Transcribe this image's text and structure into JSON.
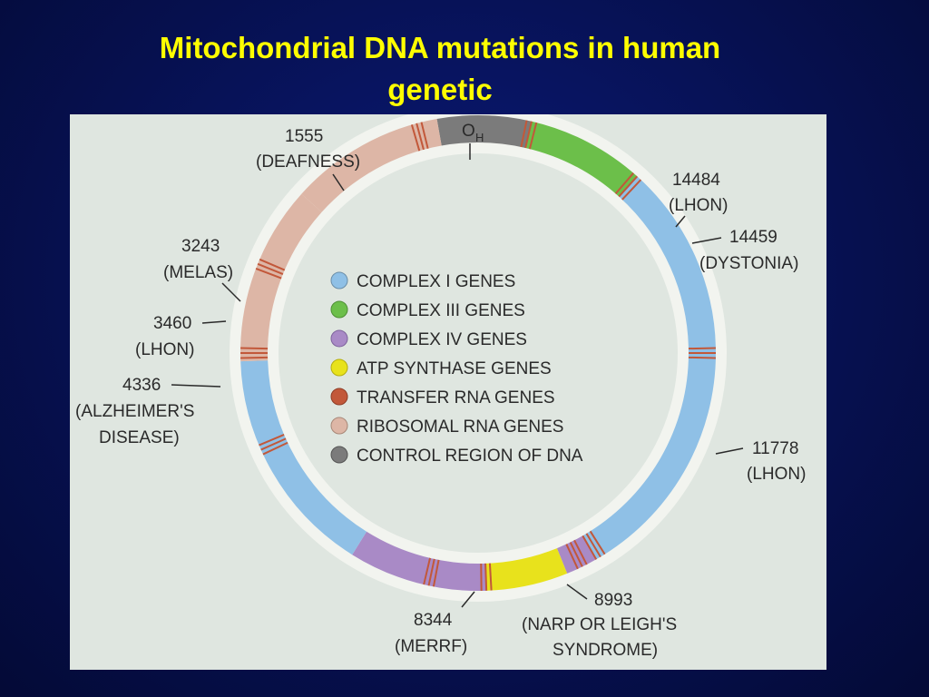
{
  "slide": {
    "title_line1": "Mitochondrial DNA mutations in human",
    "title_line2": "genetic"
  },
  "diagram": {
    "origin_label": "O",
    "origin_sub": "H",
    "legend": [
      {
        "label": "COMPLEX I GENES",
        "color": "#8fc0e6"
      },
      {
        "label": "COMPLEX III GENES",
        "color": "#6cbf4a"
      },
      {
        "label": "COMPLEX IV GENES",
        "color": "#a98ac6"
      },
      {
        "label": "ATP SYNTHASE GENES",
        "color": "#e8e21c"
      },
      {
        "label": "TRANSFER RNA GENES",
        "color": "#c2583a"
      },
      {
        "label": "RIBOSOMAL RNA GENES",
        "color": "#ddb6a6"
      },
      {
        "label": "CONTROL REGION OF DNA",
        "color": "#7b7b7b"
      }
    ],
    "mutations": [
      {
        "position": "1555",
        "disease": "(DEAFNESS)"
      },
      {
        "position": "14484",
        "disease": "(LHON)"
      },
      {
        "position": "14459",
        "disease": "(DYSTONIA)"
      },
      {
        "position": "3243",
        "disease": "(MELAS)"
      },
      {
        "position": "3460",
        "disease": "(LHON)"
      },
      {
        "position": "4336",
        "disease": "(ALZHEIMER'S",
        "disease2": "DISEASE)"
      },
      {
        "position": "11778",
        "disease": "(LHON)"
      },
      {
        "position": "8344",
        "disease": "(MERRF)"
      },
      {
        "position": "8993",
        "disease": "(NARP OR LEIGH'S",
        "disease2": "SYNDROME)"
      }
    ]
  }
}
